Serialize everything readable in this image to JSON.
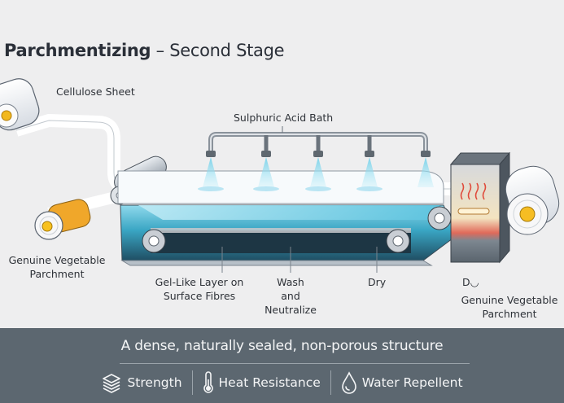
{
  "title": {
    "bold": "Parchmentizing",
    "rest": " – Second Stage"
  },
  "labels": {
    "cellulose_sheet": "Cellulose Sheet",
    "acid_bath": "Sulphuric Acid Bath",
    "input_roll": [
      "Genuine Vegetable",
      "Parchment"
    ],
    "gel_layer": [
      "Gel-Like Layer on",
      "Surface Fibres"
    ],
    "wash": [
      "Wash",
      "and",
      "Neutralize"
    ],
    "dry": "Dry",
    "dryer_mark": "D◡",
    "output_roll": [
      "Genuine Vegetable",
      "Parchment"
    ]
  },
  "footer": {
    "tagline": "A dense, naturally sealed, non-porous structure",
    "features": [
      {
        "icon": "layers-icon",
        "label": "Strength"
      },
      {
        "icon": "thermometer-icon",
        "label": "Heat Resistance"
      },
      {
        "icon": "water-drop-icon",
        "label": "Water Repellent"
      }
    ]
  },
  "colors": {
    "background": "#eeeeef",
    "footer": "#5c6770",
    "water": "#5cc6e0",
    "roll_core": "#f2b81e",
    "heater": "#e04b3c"
  }
}
